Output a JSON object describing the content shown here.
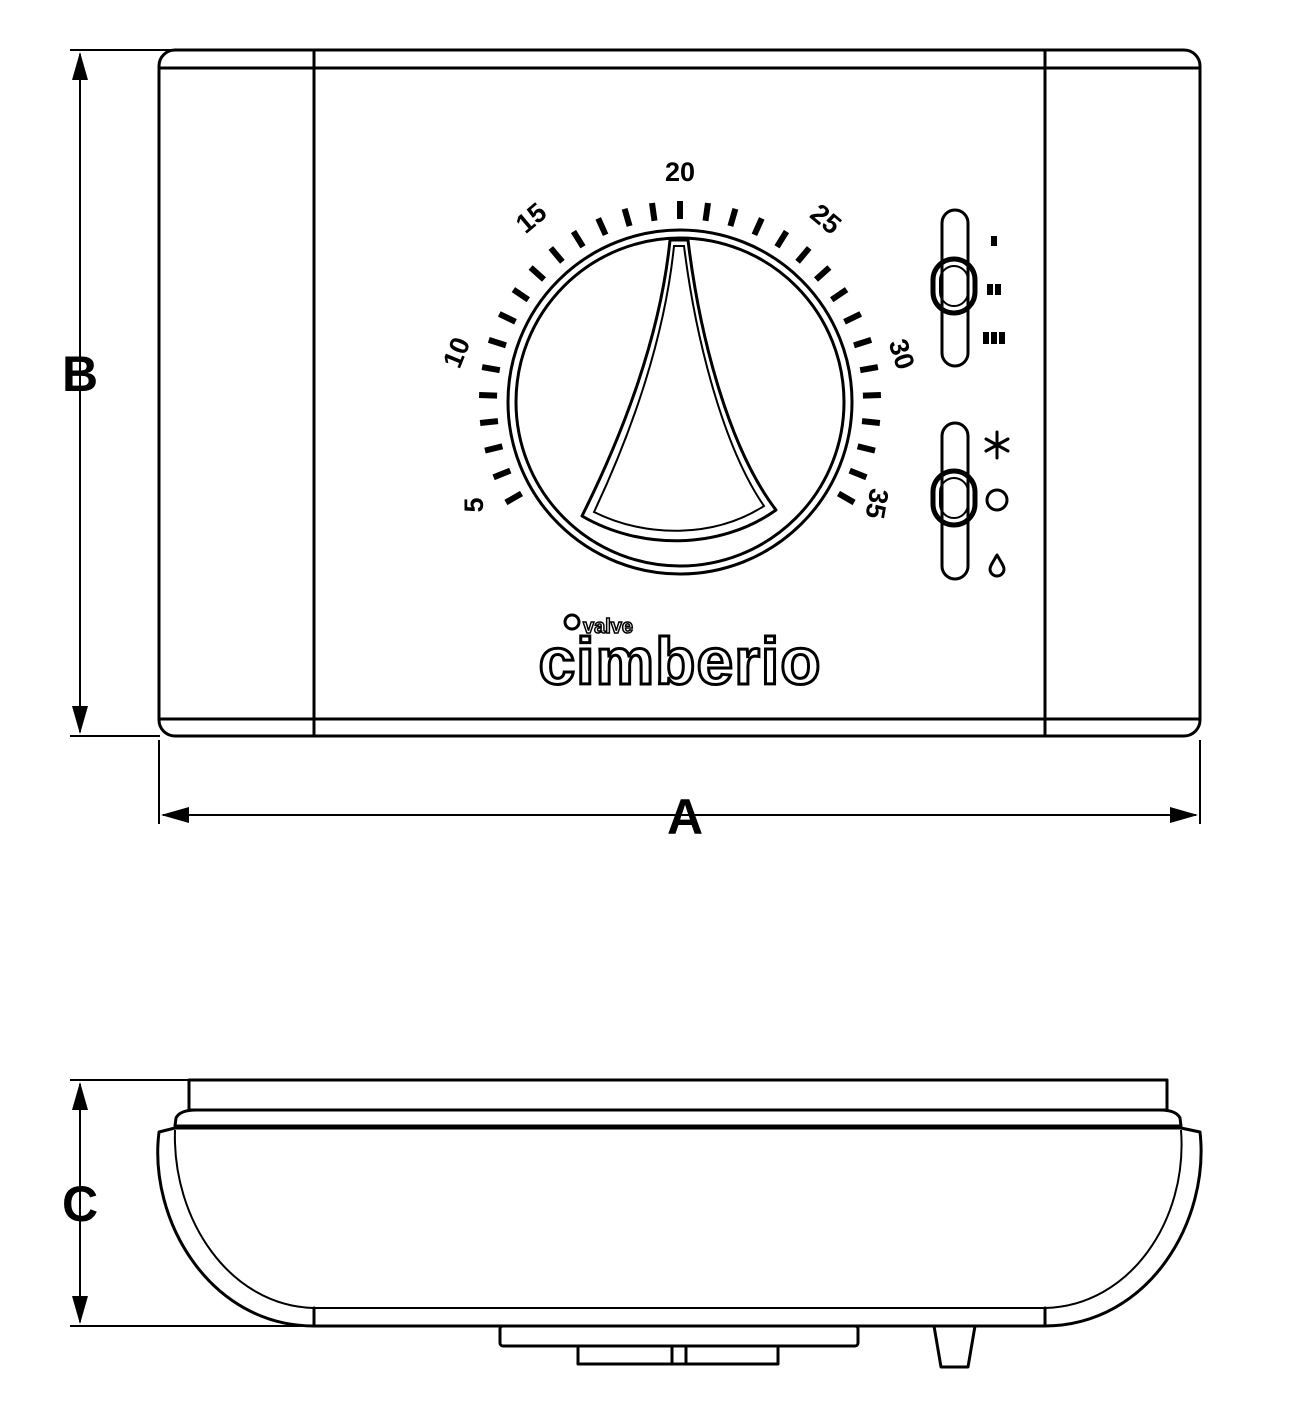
{
  "dimensions": {
    "width_label": "A",
    "height_label": "B",
    "depth_label": "C"
  },
  "dial": {
    "scale_labels": [
      "5",
      "10",
      "15",
      "20",
      "25",
      "30",
      "35"
    ]
  },
  "logo": {
    "brand": "cimberio",
    "sub": "valve"
  },
  "switches": {
    "speed_icons": [
      "speed-1-icon",
      "speed-2-icon",
      "speed-3-icon"
    ],
    "mode_icons": [
      "snowflake-icon",
      "off-circle-icon",
      "drop-icon"
    ]
  }
}
